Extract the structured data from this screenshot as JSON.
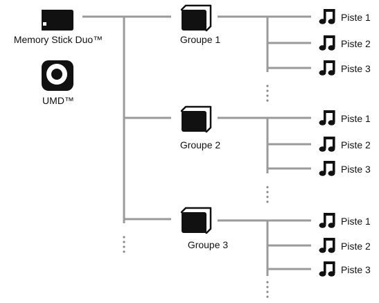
{
  "sources": [
    {
      "label": "Memory Stick Duo™",
      "icon": "memory-stick-duo-icon"
    },
    {
      "label": "UMD™",
      "icon": "umd-disc-icon"
    }
  ],
  "groups": [
    {
      "label": "Groupe 1",
      "icon": "group-folder-icon",
      "tracks": [
        "Piste 1",
        "Piste 2",
        "Piste 3"
      ]
    },
    {
      "label": "Groupe 2",
      "icon": "group-folder-icon",
      "tracks": [
        "Piste 1",
        "Piste 2",
        "Piste 3"
      ]
    },
    {
      "label": "Groupe 3",
      "icon": "group-folder-icon",
      "tracks": [
        "Piste 1",
        "Piste 2",
        "Piste 3"
      ]
    }
  ],
  "track_icon": "music-note-icon",
  "colors": {
    "line": "#9a9a9a",
    "icon": "#111111",
    "dots": "#8a8a8a"
  }
}
